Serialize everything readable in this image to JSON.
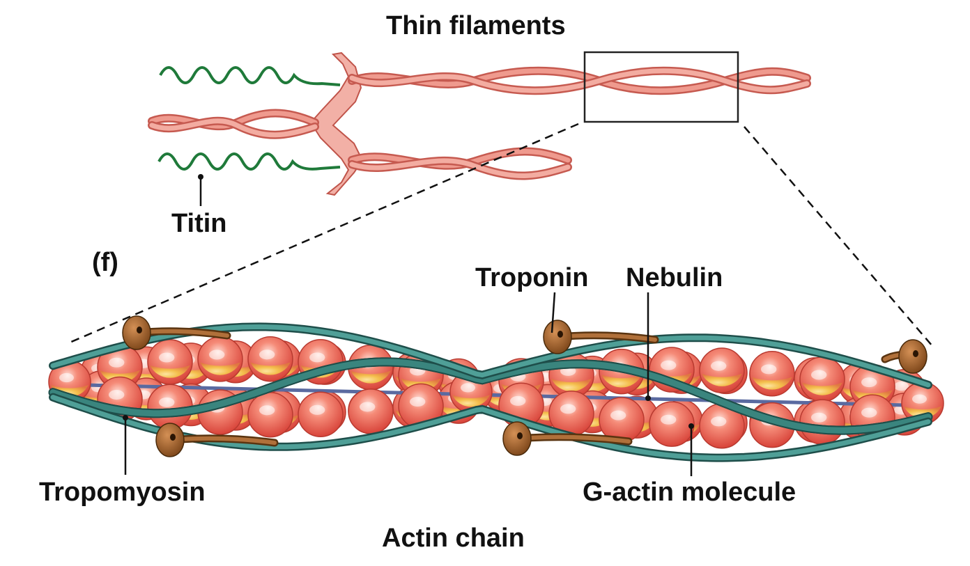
{
  "figure": {
    "panel_letter": "(f)",
    "title_top": "Thin filaments",
    "title_bottom": "Actin chain"
  },
  "labels": {
    "titin": "Titin",
    "troponin": "Troponin",
    "nebulin": "Nebulin",
    "tropomyosin": "Tropomyosin",
    "g_actin": "G-actin molecule"
  },
  "colors": {
    "actin_filament": "#e0837a",
    "titin": "#1f7a3a",
    "tropomyosin": "#3a7d78",
    "troponin": "#9a5a2a",
    "g_actin": "#f07060",
    "g_actin_highlight": "#f5d35a",
    "nebulin": "#5a6aa0"
  }
}
